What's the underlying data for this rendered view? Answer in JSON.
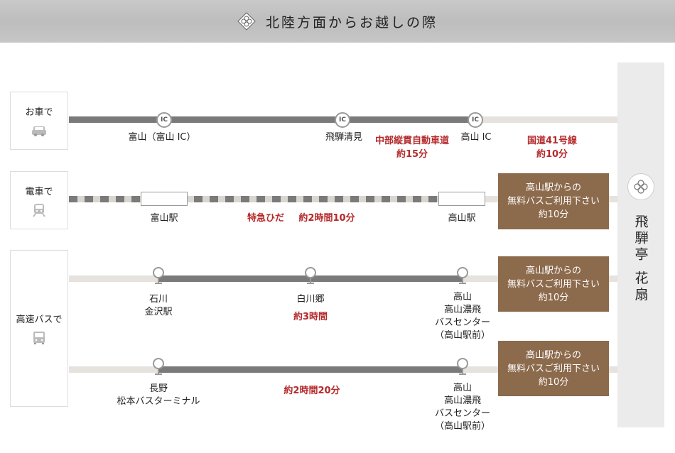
{
  "header": {
    "title": "北陸方面からお越しの際"
  },
  "destination": {
    "name": "飛騨亭 花扇"
  },
  "car": {
    "label": "お車で",
    "icon": "car-icon",
    "ic_badge": "IC",
    "stops": [
      "富山（富山 IC）",
      "飛騨清見",
      "高山 IC"
    ],
    "expressway": "中部縦貫自動車道",
    "expressway_time": "約15分",
    "route41": "国道41号線",
    "route41_time": "約10分"
  },
  "train": {
    "label": "電車で",
    "icon": "train-icon",
    "stations": [
      "富山駅",
      "高山駅"
    ],
    "service": "特急ひだ",
    "time": "約2時間10分",
    "bus_note_1": "高山駅からの",
    "bus_note_2": "無料バスご利用下さい",
    "bus_time": "約10分"
  },
  "bus": {
    "label": "高速バスで",
    "icon": "bus-icon",
    "route1": {
      "origin_1": "石川",
      "origin_2": "金沢駅",
      "via": "白川郷",
      "time": "約3時間",
      "dest_1": "高山",
      "dest_2": "高山濃飛",
      "dest_3": "バスセンター",
      "dest_4": "（高山駅前）",
      "note_1": "高山駅からの",
      "note_2": "無料バスご利用下さい",
      "note_time": "約10分"
    },
    "route2": {
      "origin_1": "長野",
      "origin_2": "松本バスターミナル",
      "time": "約2時間20分",
      "dest_1": "高山",
      "dest_2": "高山濃飛",
      "dest_3": "バスセンター",
      "dest_4": "（高山駅前）",
      "note_1": "高山駅からの",
      "note_2": "無料バスご利用下さい",
      "note_time": "約10分"
    }
  },
  "colors": {
    "accent_red": "#b5292b",
    "brown": "#8c6a4c",
    "line_dark": "#7a7a7a",
    "line_light": "#e6e2dd"
  }
}
